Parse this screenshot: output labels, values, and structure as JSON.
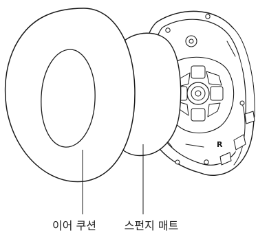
{
  "diagram": {
    "labels": {
      "ear_cushion": "이어 쿠션",
      "sponge_mat": "스펀지 매트"
    },
    "housing_side_marker": "R"
  },
  "colors": {
    "stroke": "#1a1a1a",
    "fill": "#ffffff"
  }
}
